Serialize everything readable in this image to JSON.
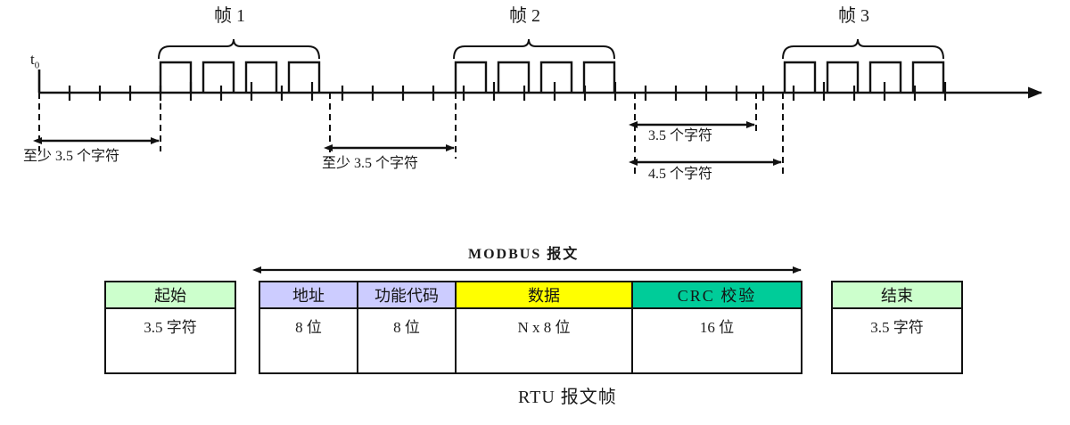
{
  "diagram": {
    "title_caption": "RTU 报文帧",
    "timeline": {
      "origin_label": "t",
      "origin_sub": "0",
      "frames": [
        {
          "label": "帧 1"
        },
        {
          "label": "帧 2"
        },
        {
          "label": "帧 3"
        }
      ],
      "annotations": [
        {
          "id": "gap1",
          "text": "至少 3.5 个字符"
        },
        {
          "id": "gap2",
          "text": "至少 3.5 个字符"
        },
        {
          "id": "gap3",
          "text": "3.5 个字符"
        },
        {
          "id": "gap4",
          "text": "4.5 个字符"
        }
      ]
    },
    "message": {
      "arrow_title": "MODBUS 报文",
      "start_block": {
        "header": "起始",
        "value": "3.5 字符",
        "color": "#CCFFCC"
      },
      "end_block": {
        "header": "结束",
        "value": "3.5 字符",
        "color": "#CCFFCC"
      },
      "fields": [
        {
          "header": "地址",
          "value": "8 位",
          "color": "#CCCCFF"
        },
        {
          "header": "功能代码",
          "value": "8 位",
          "color": "#CCCCFF"
        },
        {
          "header": "数据",
          "value": "N x 8 位",
          "color": "#FFFF00"
        },
        {
          "header": "CRC 校验",
          "value": "16 位",
          "color": "#00CC99"
        }
      ]
    },
    "colors": {
      "line": "#111111",
      "background": "#FFFFFF",
      "green": "#CCFFCC",
      "lavender": "#CCCCFF",
      "yellow": "#FFFF00",
      "teal": "#00CC99"
    }
  }
}
